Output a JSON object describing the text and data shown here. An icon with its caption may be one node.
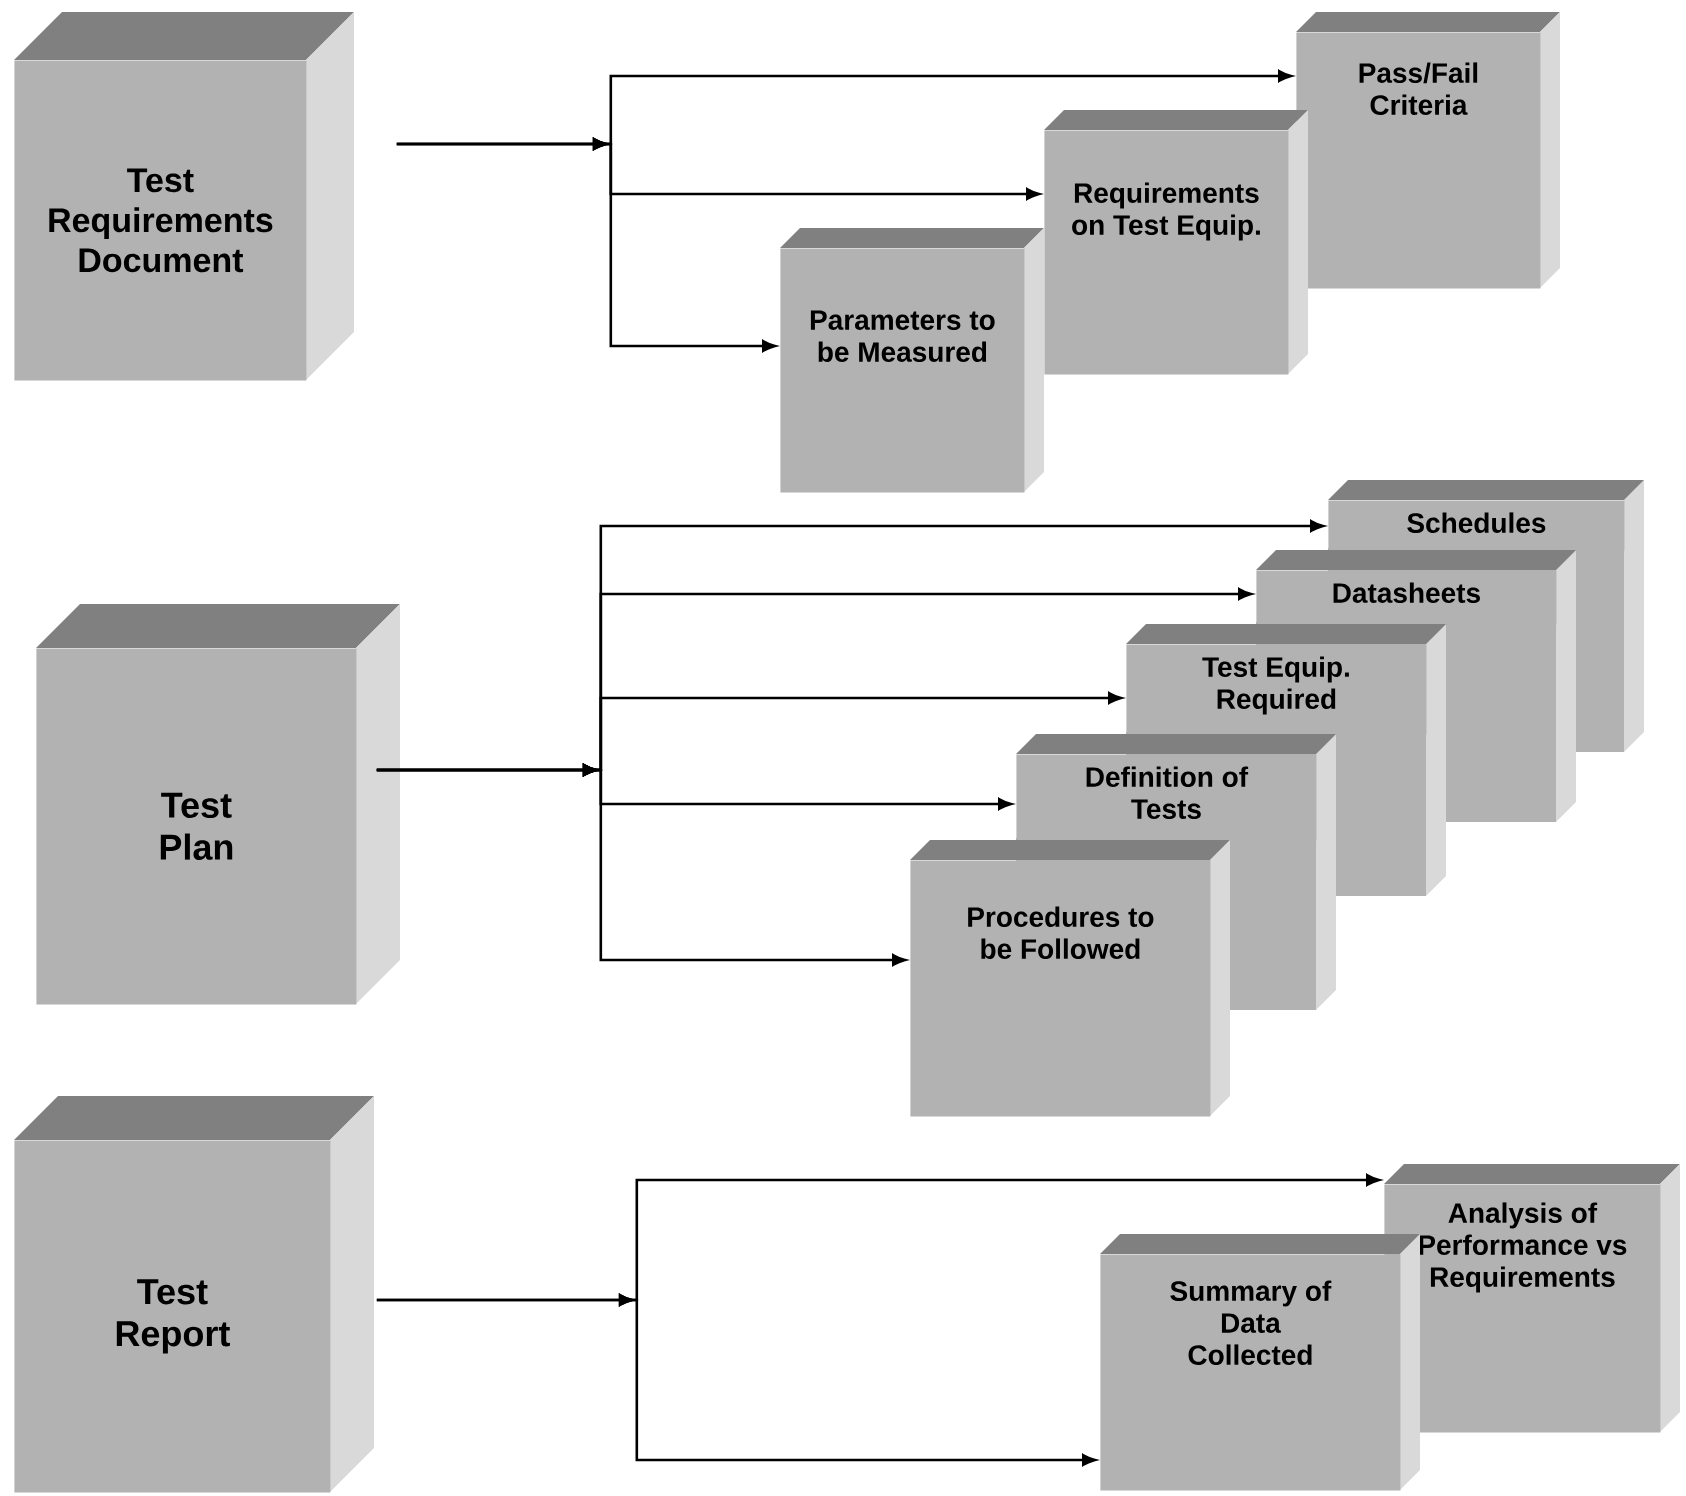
{
  "diagram": {
    "nodes": [
      {
        "text": [
          "Test Requirements Document"
        ]
      },
      {
        "text": [
          "Pass/Fail Criteria"
        ]
      },
      {
        "text": [
          "Requirements on Test Equip."
        ]
      },
      {
        "text": [
          "Parameters to be Measured"
        ]
      },
      {
        "text": [
          "Test Plan"
        ]
      },
      {
        "text": [
          "Schedules"
        ]
      },
      {
        "text": [
          "Datasheets"
        ]
      },
      {
        "text": [
          "Test Equip. Required"
        ]
      },
      {
        "text": [
          "Definition of Tests"
        ]
      },
      {
        "text": [
          "Procedures to be Followed"
        ]
      },
      {
        "text": [
          "Test Report"
        ]
      },
      {
        "text": [
          "Analysis of Performance vs Requirements"
        ]
      },
      {
        "text": [
          "Summary of Data Collected"
        ]
      }
    ],
    "edges": [
      {
        "from": 0,
        "to": 1,
        "arrow": "to"
      },
      {
        "from": 0,
        "to": 2,
        "arrow": "to"
      },
      {
        "from": 0,
        "to": 3,
        "arrow": "to"
      },
      {
        "from": 4,
        "to": 5,
        "arrow": "to"
      },
      {
        "from": 4,
        "to": 6,
        "arrow": "to"
      },
      {
        "from": 4,
        "to": 7,
        "arrow": "to"
      },
      {
        "from": 4,
        "to": 8,
        "arrow": "to"
      },
      {
        "from": 4,
        "to": 9,
        "arrow": "to"
      },
      {
        "from": 10,
        "to": 11,
        "arrow": "to"
      },
      {
        "from": 10,
        "to": 12,
        "arrow": "to"
      }
    ]
  }
}
